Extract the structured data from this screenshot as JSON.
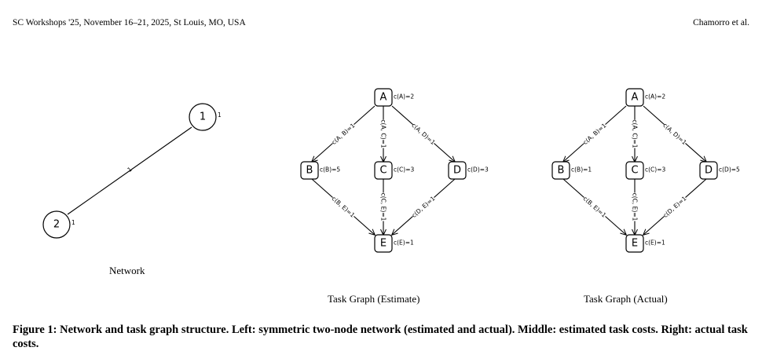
{
  "header": {
    "left": "SC Workshops '25, November 16–21, 2025, St Louis, MO, USA",
    "right": "Chamorro et al."
  },
  "network": {
    "caption": "Network",
    "nodes": [
      {
        "id": "1",
        "weight": "1"
      },
      {
        "id": "2",
        "weight": "1"
      }
    ],
    "edge_label": "1"
  },
  "task_graph_estimate": {
    "caption": "Task Graph (Estimate)",
    "node_costs": {
      "A": "c(A)=2",
      "B": "c(B)=5",
      "C": "c(C)=3",
      "D": "c(D)=3",
      "E": "c(E)=1"
    },
    "edge_costs": {
      "AB": "c(A, B)=1",
      "AC": "c(A, C)=1",
      "AD": "c(A, D)=1",
      "BE": "c(B, E)=1",
      "CE": "c(C, E)=1",
      "DE": "c(D, E)=1"
    }
  },
  "task_graph_actual": {
    "caption": "Task Graph (Actual)",
    "node_costs": {
      "A": "c(A)=2",
      "B": "c(B)=1",
      "C": "c(C)=3",
      "D": "c(D)=5",
      "E": "c(E)=1"
    },
    "edge_costs": {
      "AB": "c(A, B)=1",
      "AC": "c(A, C)=1",
      "AD": "c(A, D)=1",
      "BE": "c(B, E)=1",
      "CE": "c(C, E)=1",
      "DE": "c(D, E)=1"
    }
  },
  "node_names": {
    "A": "A",
    "B": "B",
    "C": "C",
    "D": "D",
    "E": "E"
  },
  "figure_caption": "Figure 1: Network and task graph structure. Left: symmetric two-node network (estimated and actual). Middle: estimated task costs. Right: actual task costs."
}
